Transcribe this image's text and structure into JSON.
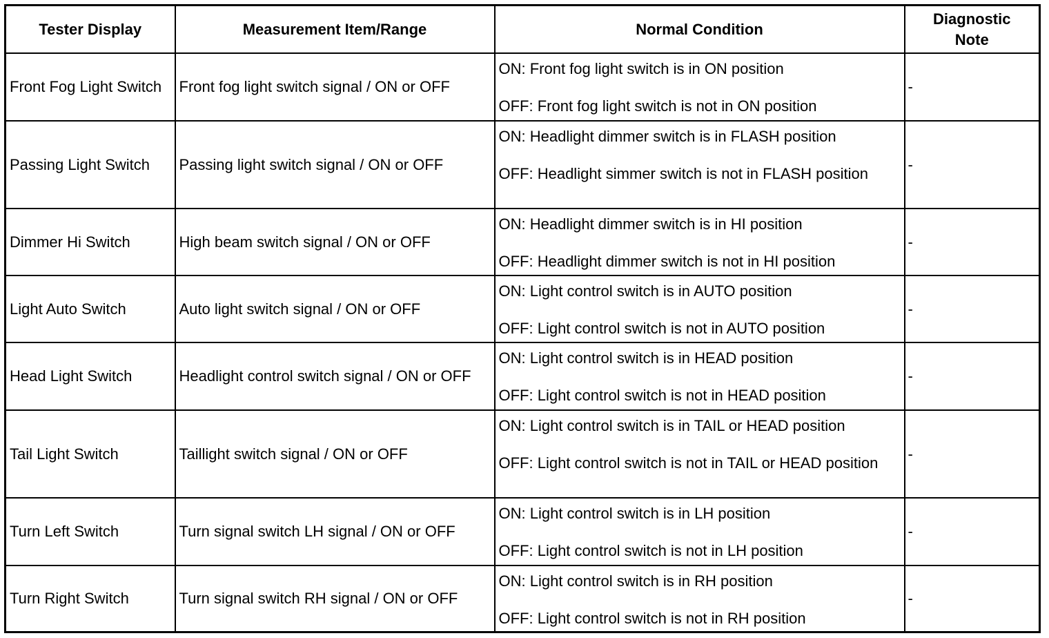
{
  "headers": [
    "Tester Display",
    "Measurement Item/Range",
    "Normal Condition",
    "Diagnostic Note"
  ],
  "rows": [
    {
      "display": "Front Fog Light Switch",
      "item": "Front fog light switch signal / ON or OFF",
      "on": "ON: Front fog light switch is in ON position",
      "off": "OFF: Front fog light switch is not in ON position",
      "note": "-"
    },
    {
      "display": "Passing Light Switch",
      "item": "Passing light switch signal / ON or OFF",
      "on": "ON: Headlight dimmer switch is in FLASH position",
      "off": "OFF: Headlight simmer switch is not in FLASH position",
      "note": "-"
    },
    {
      "display": "Dimmer Hi Switch",
      "item": "High beam switch signal / ON or OFF",
      "on": "ON: Headlight dimmer switch is in HI position",
      "off": "OFF: Headlight dimmer switch is not in HI position",
      "note": "-"
    },
    {
      "display": "Light Auto Switch",
      "item": "Auto light switch signal / ON or OFF",
      "on": "ON: Light control switch is in AUTO position",
      "off": "OFF: Light control switch is not in AUTO position",
      "note": "-"
    },
    {
      "display": "Head Light Switch",
      "item": "Headlight control switch signal / ON or OFF",
      "on": "ON: Light control switch is in HEAD position",
      "off": "OFF: Light control switch is not in HEAD position",
      "note": "-"
    },
    {
      "display": "Tail Light Switch",
      "item": "Taillight switch signal / ON or OFF",
      "on": "ON: Light control switch is in TAIL or HEAD position",
      "off": "OFF: Light control switch is not in TAIL or HEAD position",
      "note": "-"
    },
    {
      "display": "Turn Left Switch",
      "item": "Turn signal switch LH signal / ON or OFF",
      "on": "ON: Light control switch is in LH position",
      "off": "OFF: Light control switch is not in LH position",
      "note": "-"
    },
    {
      "display": "Turn Right Switch",
      "item": "Turn signal switch RH signal / ON or OFF",
      "on": "ON: Light control switch is in RH position",
      "off": "OFF: Light control switch is not in RH position",
      "note": "-"
    }
  ]
}
